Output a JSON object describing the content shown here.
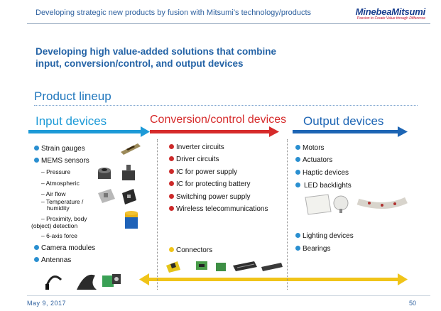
{
  "header": {
    "title": "Developing strategic new products by fusion with Mitsumi’s technology/products",
    "logo": "MinebeaMitsumi",
    "logo_tagline": "Passion to Create Value through Difference"
  },
  "headline": {
    "line1": "Developing high value-added solutions that combine",
    "line2": "input, conversion/control, and output devices"
  },
  "lineup_title": "Product lineup",
  "categories": {
    "input": "Input devices",
    "conversion": "Conversion/control devices",
    "output": "Output devices"
  },
  "input_devices": {
    "strain": "Strain gauges",
    "mems": "MEMS sensors",
    "pressure": "– Pressure",
    "atmospheric": "– Atmospheric",
    "airflow": "– Air flow",
    "temp1": "– Temperature /",
    "temp2": "humidity",
    "prox1": "– Proximity, body",
    "prox2": "(object) detection",
    "axis": "– 6-axis force",
    "camera": "Camera modules",
    "antennas": "Antennas"
  },
  "conversion_devices": {
    "inverter": "Inverter circuits",
    "driver": "Driver circuits",
    "ic_power": "IC for power supply",
    "ic_battery": "IC for protecting battery",
    "switching": "Switching power supply",
    "wireless": "Wireless telecommunications",
    "connectors": "Connectors"
  },
  "output_devices": {
    "motors": "Motors",
    "actuators": "Actuators",
    "haptic": "Haptic devices",
    "led": "LED backlights",
    "lighting": "Lighting devices",
    "bearings": "Bearings"
  },
  "footer": {
    "date": "May 9, 2017",
    "page": "50"
  },
  "colors": {
    "input": "#1d9ad7",
    "conversion": "#d62b2b",
    "output": "#1d65b4",
    "connector_arrow": "#f0c419"
  }
}
